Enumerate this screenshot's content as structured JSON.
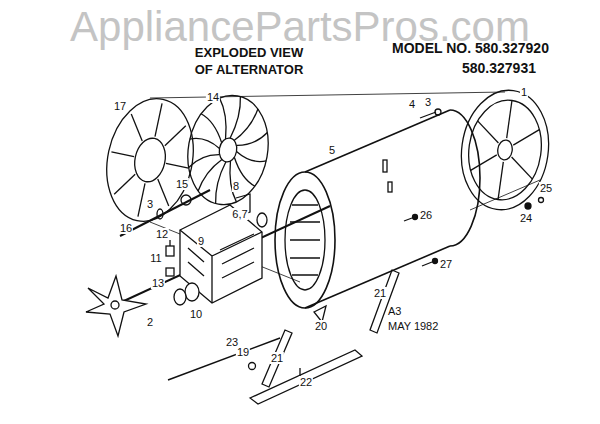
{
  "diagram": {
    "title": "EXPLODED VIEW OF ALTERNATOR",
    "labels": [
      "AppliancePartsPros.com",
      "MODEL NO. 580.327920",
      "580.327931",
      "17",
      "14",
      "4",
      "3",
      "1",
      "5",
      "15",
      "8",
      "3",
      "16",
      "6,7",
      "12",
      "26",
      "9",
      "11",
      "27",
      "13",
      "21",
      "10",
      "20",
      "2",
      "23",
      "19",
      "21",
      "22",
      "24",
      "25",
      "A3",
      "MAY 1982"
    ]
  }
}
